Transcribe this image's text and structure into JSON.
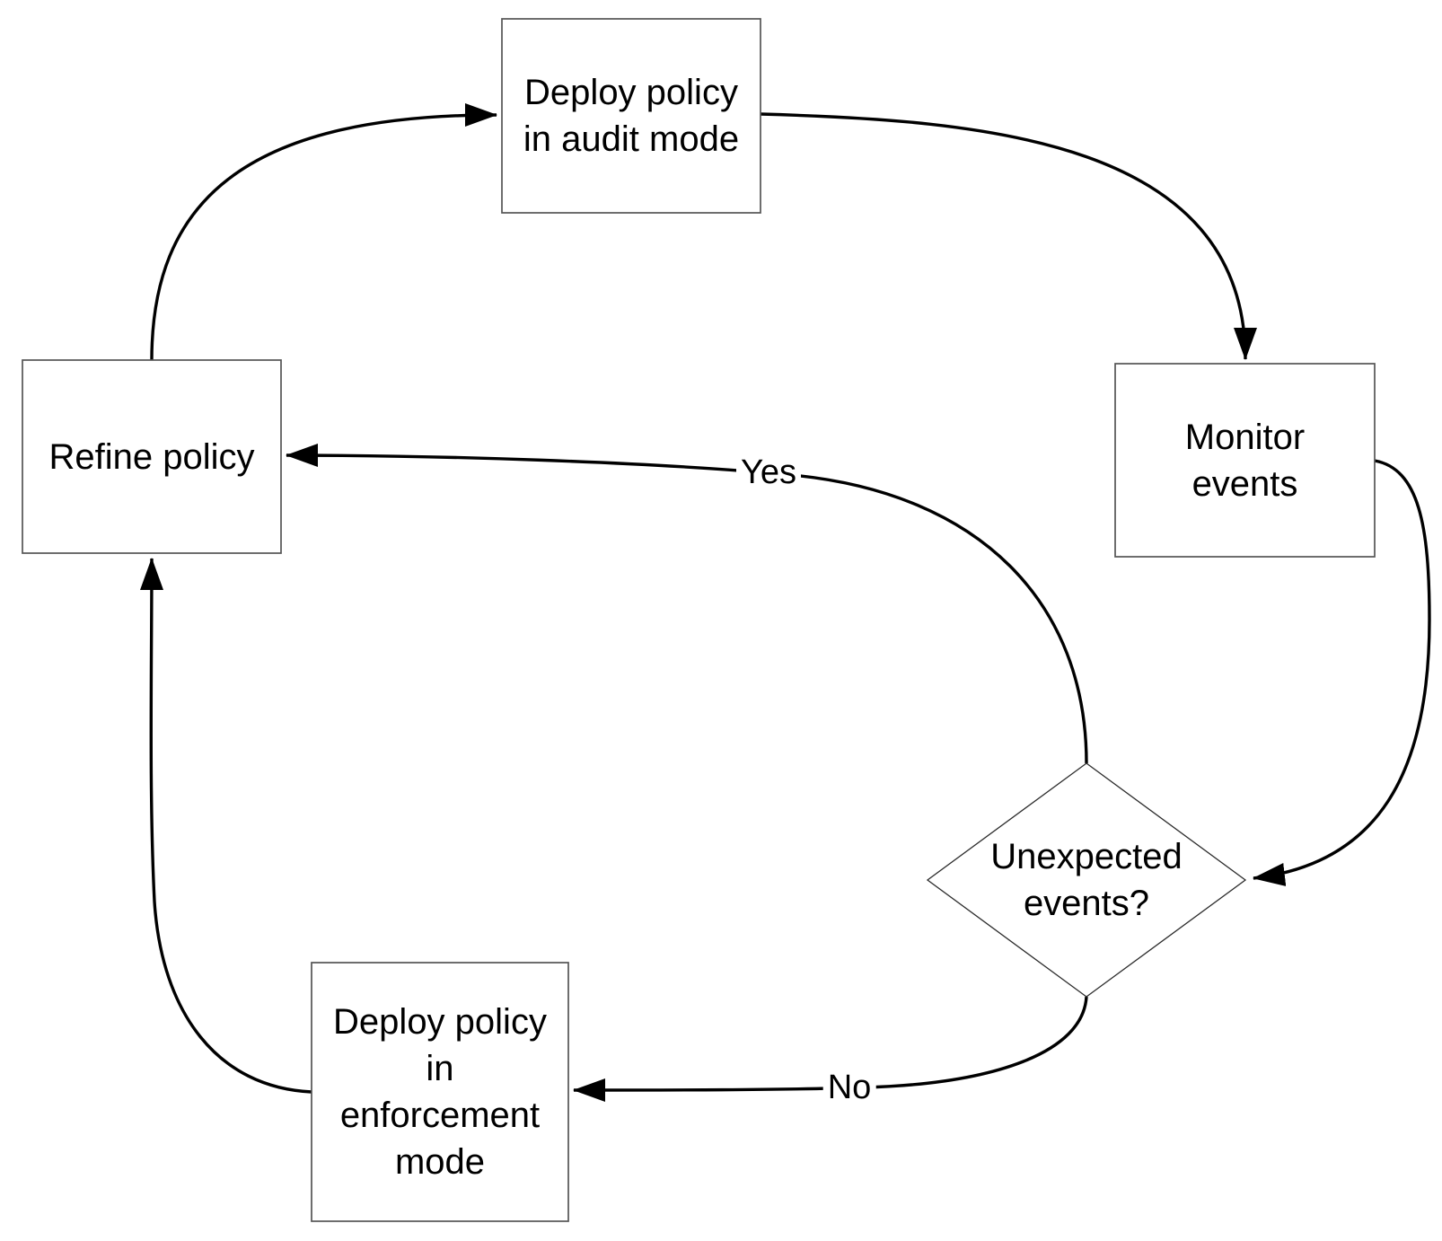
{
  "diagram": {
    "nodes": {
      "deploy_audit": {
        "label": "Deploy policy\nin audit mode"
      },
      "monitor": {
        "label": "Monitor\nevents"
      },
      "unexpected": {
        "label": "Unexpected\nevents?"
      },
      "refine": {
        "label": "Refine policy"
      },
      "deploy_enforce": {
        "label": "Deploy policy\nin\nenforcement\nmode"
      }
    },
    "edge_labels": {
      "yes": "Yes",
      "no": "No"
    },
    "colors": {
      "box_border": "#545454",
      "diamond_border": "#2b2b2b",
      "arrow": "#000000",
      "background": "#ffffff"
    }
  }
}
